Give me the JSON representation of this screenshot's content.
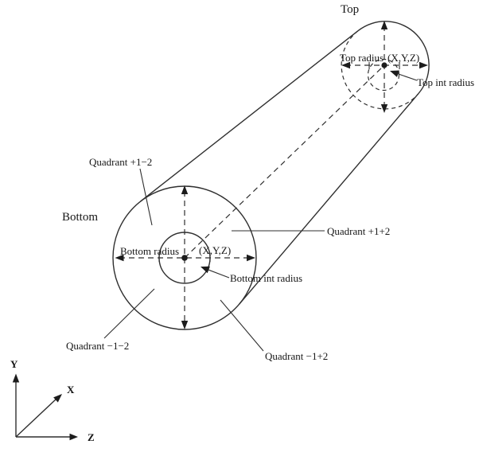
{
  "diagram": {
    "title_hint": "Cylinder (tube) geometry with top and bottom faces, radii and quadrants",
    "colors": {
      "line": "#2f2f2f",
      "background": "#ffffff",
      "text": "#161616"
    },
    "top_face": {
      "label": "Top",
      "radius_label": "Top radius",
      "center_label": "(X,Y,Z)",
      "int_radius_label": "Top int radius"
    },
    "bottom_face": {
      "label": "Bottom",
      "radius_label": "Bottom radius",
      "center_label": "(X,Y,Z)",
      "int_radius_label": "Bottom int radius"
    },
    "quadrants": {
      "plus1_minus2": "Quadrant +1−2",
      "plus1_plus2": "Quadrant +1+2",
      "minus1_minus2": "Quadrant −1−2",
      "minus1_plus2": "Quadrant −1+2"
    },
    "axes": {
      "x": "X",
      "y": "Y",
      "z": "Z"
    }
  }
}
